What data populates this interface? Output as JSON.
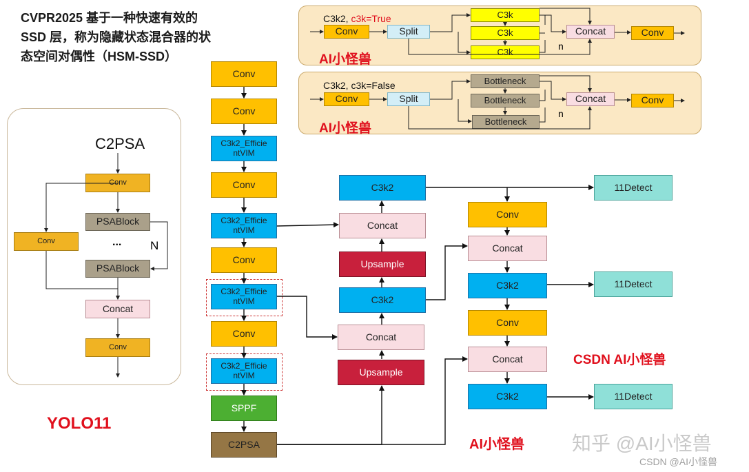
{
  "title": {
    "line1": "CVPR2025  基于一种快速有效的",
    "line2": "SSD 层，称为隐藏状态混合器的状",
    "line3": "态空间对偶性（HSM-SSD）"
  },
  "left_panel": {
    "title": "C2PSA",
    "conv_top": "Conv",
    "psablock1": "PSABlock",
    "dots": "...",
    "n_label": "N",
    "conv_side": "Conv",
    "psablock2": "PSABlock",
    "concat": "Concat",
    "conv_bottom": "Conv"
  },
  "yolo_label": "YOLO11",
  "backbone": {
    "conv1": "Conv",
    "conv2": "Conv",
    "c3k2_effvim1": "C3k2_Efficie ntVIM",
    "conv3": "Conv",
    "c3k2_effvim2": "C3k2_Efficie ntVIM",
    "conv4": "Conv",
    "c3k2_effvim3": "C3k2_Efficie ntVIM",
    "conv5": "Conv",
    "c3k2_effvim4": "C3k2_Efficie ntVIM",
    "sppf": "SPPF",
    "c2psa": "C2PSA"
  },
  "neck_left": {
    "c3k2_top": "C3k2",
    "concat1": "Concat",
    "upsample1": "Upsample",
    "c3k2_mid": "C3k2",
    "concat2": "Concat",
    "upsample2": "Upsample"
  },
  "neck_right": {
    "conv1": "Conv",
    "concat1": "Concat",
    "c3k2_1": "C3k2",
    "conv2": "Conv",
    "concat2": "Concat",
    "c3k2_2": "C3k2"
  },
  "detect": [
    "11Detect",
    "11Detect",
    "11Detect"
  ],
  "c3k2_true_panel": {
    "label_prefix": "C3k2, ",
    "label_suffix": "c3k=True",
    "conv_in": "Conv",
    "split": "Split",
    "blocks": [
      "C3k",
      "C3k",
      "C3k"
    ],
    "concat": "Concat",
    "conv_out": "Conv",
    "n_label": "n",
    "watermark": "AI小怪兽"
  },
  "c3k2_false_panel": {
    "label": "C3k2, c3k=False",
    "conv_in": "Conv",
    "split": "Split",
    "blocks": [
      "Bottleneck",
      "Bottleneck",
      "Bottleneck"
    ],
    "concat": "Concat",
    "conv_out": "Conv",
    "n_label": "n",
    "watermark": "AI小怪兽"
  },
  "watermarks": {
    "csdn_red": "CSDN AI小怪兽",
    "ai_red": "AI小怪兽",
    "zhihu": "知乎 @AI小怪兽",
    "csdn_gray": "CSDN @AI小怪兽"
  },
  "colors": {
    "conv": "#ffc000",
    "c3k2": "#00b0f0",
    "concat": "#f9dde2",
    "upsample": "#c8203c",
    "detect": "#8fe0d8",
    "sppf": "#4caf32",
    "c2psa": "#957645",
    "red_text": "#e0101d"
  }
}
